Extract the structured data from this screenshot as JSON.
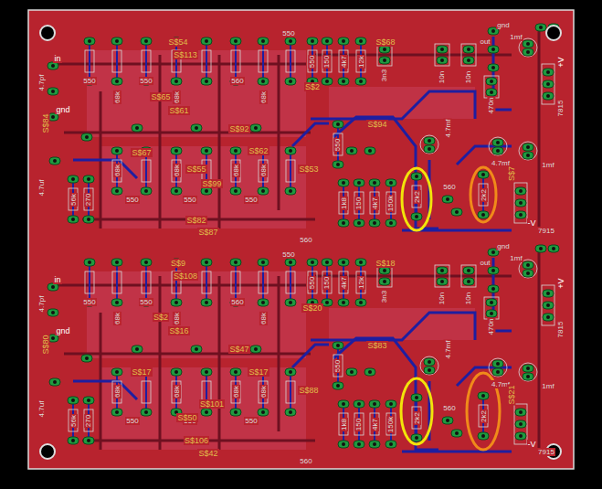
{
  "diagram": {
    "labels": [
      "in",
      "4.7pf",
      "gnd",
      "4.7uf",
      "56k",
      "270",
      "550",
      "68k",
      "550",
      "68k",
      "560",
      "68k",
      "550",
      "550",
      "68k",
      "550",
      "68k",
      "550",
      "68k",
      "68k",
      "560",
      "550",
      "150",
      "4k7",
      "12k",
      "3n3",
      "10n",
      "10n",
      "470n",
      "4.7mf",
      "4.7mf",
      "550",
      "1k8",
      "150",
      "4k7",
      "150k",
      "2k2",
      "560",
      "2k2",
      "gnd",
      "out",
      "1mf",
      "+V",
      "1mf",
      "-V",
      "7915",
      "7815",
      "S$54",
      "S$113",
      "S$65",
      "S$61",
      "S$92",
      "S$67",
      "S$62",
      "S$55",
      "S$53",
      "S$99",
      "S$82",
      "S$87",
      "S$94",
      "S$68",
      "S$2",
      "S$7",
      "S$84",
      "in",
      "4.7pf",
      "gnd",
      "4.7uf",
      "56k",
      "270",
      "550",
      "68k",
      "550",
      "68k",
      "560",
      "68k",
      "550",
      "550",
      "68k",
      "550",
      "68k",
      "550",
      "68k",
      "68k",
      "560",
      "550",
      "150",
      "4k7",
      "12k",
      "3n3",
      "10n",
      "10n",
      "470n",
      "4.7mf",
      "4.7mf",
      "550",
      "1k8",
      "150",
      "4k7",
      "150k",
      "2k2",
      "560",
      "2k2",
      "gnd",
      "out",
      "1mf",
      "+V",
      "1mf",
      "-V",
      "7915",
      "7815",
      "S$9",
      "S$108",
      "S$2",
      "S$16",
      "S$47",
      "S$17",
      "S$17",
      "S$101",
      "S$88",
      "S$50",
      "S$106",
      "S$42",
      "S$83",
      "S$18",
      "S$20",
      "S$21",
      "S$80"
    ]
  }
}
